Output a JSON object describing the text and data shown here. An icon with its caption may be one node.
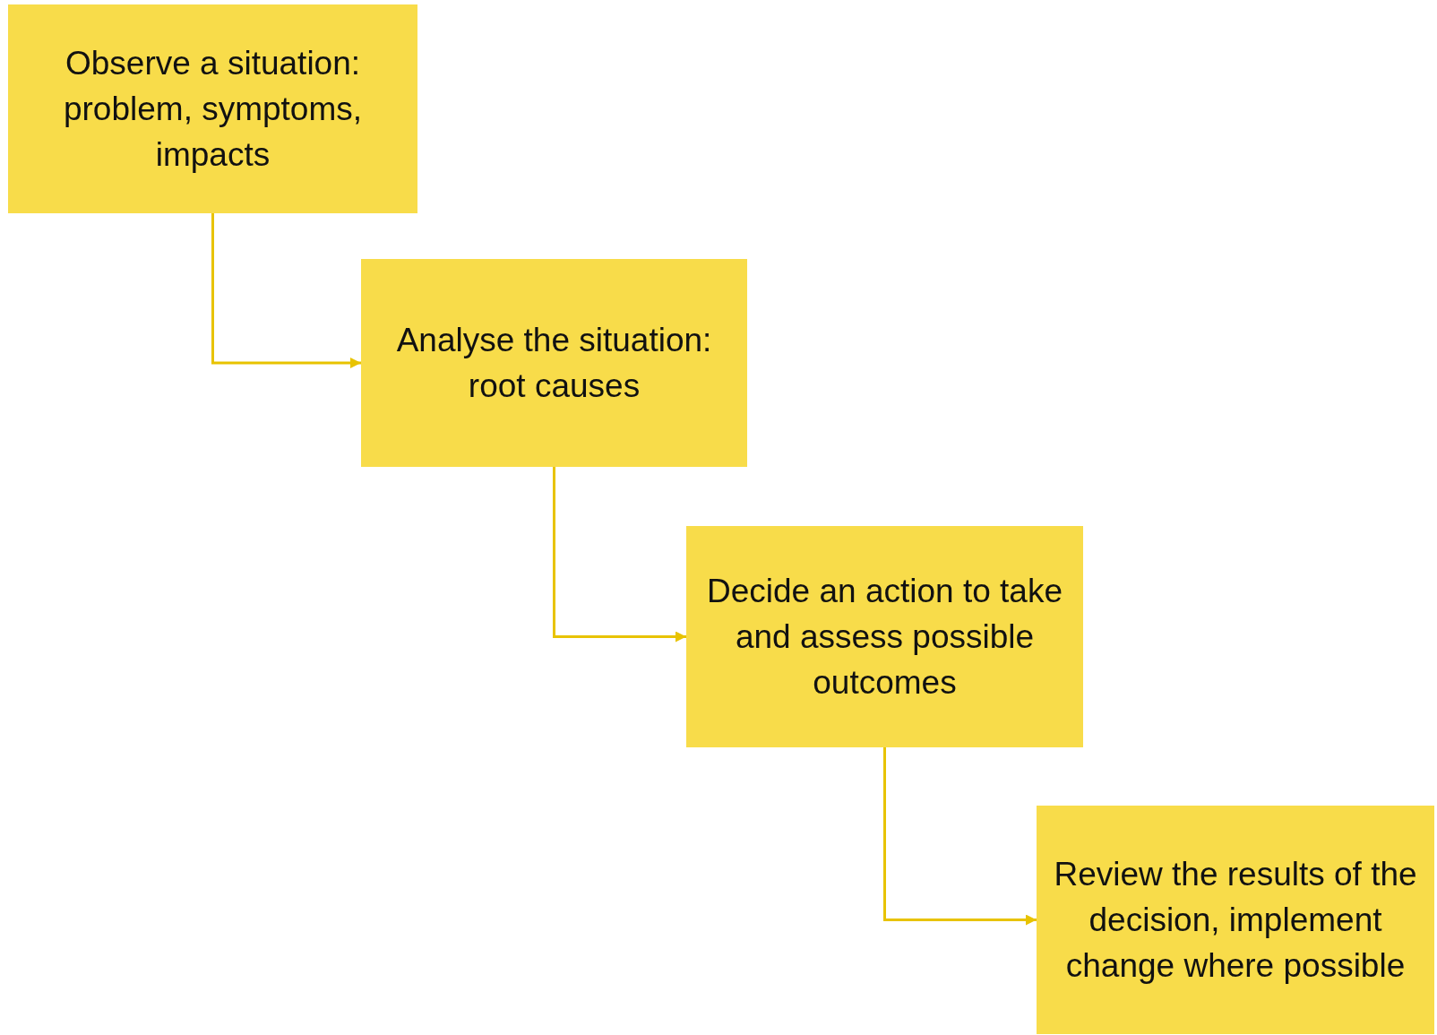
{
  "diagram": {
    "nodes": [
      {
        "text": [
          "Observe a situation: problem, symptoms, impacts"
        ]
      },
      {
        "text": [
          "Analyse the situation: root causes"
        ]
      },
      {
        "text": [
          "Decide an action to take and assess possible outcomes"
        ]
      },
      {
        "text": [
          "Review the results of the decision, implement change where possible"
        ]
      }
    ],
    "edges": [
      {
        "from": 0,
        "to": 1,
        "arrow": "to"
      },
      {
        "from": 1,
        "to": 2,
        "arrow": "to"
      },
      {
        "from": 2,
        "to": 3,
        "arrow": "to"
      }
    ]
  }
}
